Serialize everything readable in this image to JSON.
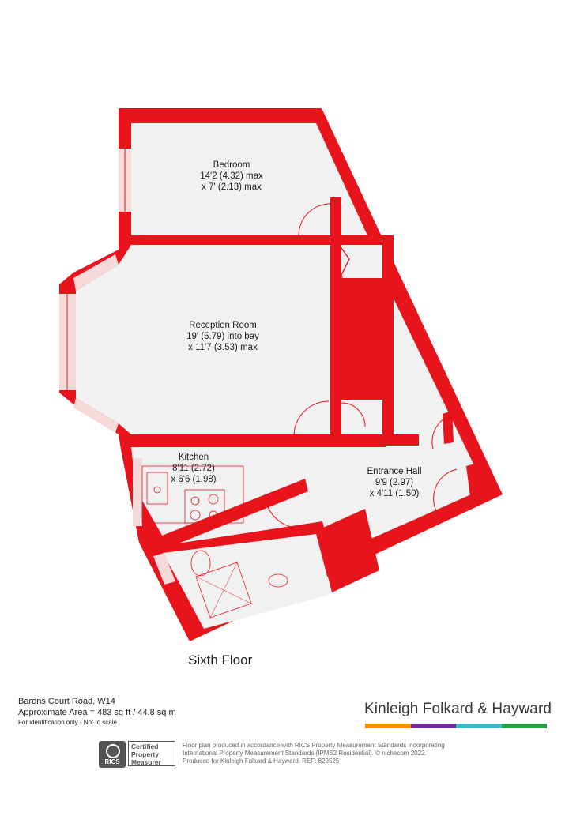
{
  "rooms": [
    {
      "name": "Bedroom",
      "dim1": "14'2 (4.32) max",
      "dim2": "x 7' (2.13) max"
    },
    {
      "name": "Reception Room",
      "dim1": "19' (5.79) into bay",
      "dim2": "x 11'7 (3.53) max"
    },
    {
      "name": "Kitchen",
      "dim1": "8'11 (2.72)",
      "dim2": "x 6'6 (1.98)"
    },
    {
      "name": "Entrance Hall",
      "dim1": "9'9 (2.97)",
      "dim2": "x 4'11 (1.50)"
    }
  ],
  "floor_label": "Sixth Floor",
  "address": {
    "line1": "Barons Court Road, W14",
    "line2": "Approximate Area = 483 sq ft / 44.8 sq m",
    "line3": "For identification only - Not to scale"
  },
  "brand": {
    "name": "Kinleigh Folkard & Hayward",
    "bar_colors": [
      "#f39200",
      "#6d2f8f",
      "#3fb8c4",
      "#2e9b47"
    ]
  },
  "rics": {
    "seal_text": "RICS",
    "cert_line1": "Certified",
    "cert_line2": "Property",
    "cert_line3": "Measurer"
  },
  "disclaimer": {
    "line1": "Floor plan produced in accordance with RICS Property Measurement Standards incorporating",
    "line2": "International Property Measurement Standards (IPMS2 Residential).  © nichecom 2022.",
    "line3": "Produced for Kinleigh Folkard & Hayward.   REF: 829525"
  },
  "colors": {
    "wall": "#e8141b",
    "floor": "#f2f1f1",
    "window": "#f6dada"
  }
}
